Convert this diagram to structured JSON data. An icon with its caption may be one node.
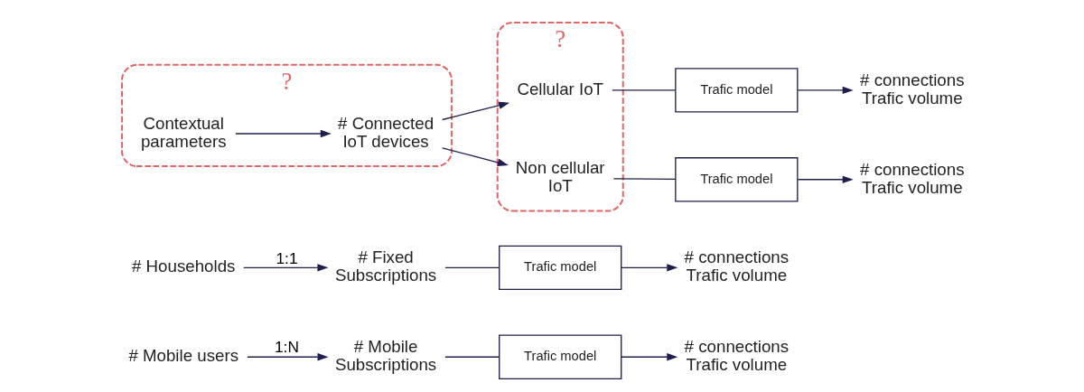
{
  "diagram": {
    "nodes": [
      {
        "text": [
          "# Mobile users"
        ]
      },
      {
        "text": [
          "# Mobile Subscriptions"
        ]
      },
      {
        "text": [
          "Trafic model"
        ]
      },
      {
        "text": [
          "# connections Trafic volume"
        ]
      },
      {
        "text": [
          "# Households"
        ]
      },
      {
        "text": [
          "# Fixed Subscriptions"
        ]
      },
      {
        "text": [
          "Trafic model"
        ]
      },
      {
        "text": [
          "# connections Trafic volume"
        ]
      },
      {
        "text": [
          "?"
        ]
      },
      {
        "text": [
          "Contextual parameters"
        ],
        "in": 8
      },
      {
        "text": [
          "# Connected IoT devices"
        ],
        "in": 8
      },
      {
        "text": [
          "?"
        ]
      },
      {
        "text": [
          "Cellular IoT"
        ],
        "in": 11
      },
      {
        "text": [
          "Non cellular IoT"
        ],
        "in": 11
      },
      {
        "text": [
          "Trafic model"
        ]
      },
      {
        "text": [
          "# connections Trafic volume"
        ]
      },
      {
        "text": [
          "Trafic model"
        ]
      },
      {
        "text": [
          "# connections Trafic volume"
        ]
      }
    ],
    "edges": [
      {
        "from": 0,
        "to": 1,
        "arrow": "to",
        "label": "1:N"
      },
      {
        "from": 1,
        "to": 2,
        "arrow": "none"
      },
      {
        "from": 2,
        "to": 3,
        "arrow": "to"
      },
      {
        "from": 4,
        "to": 5,
        "arrow": "to",
        "label": "1:1"
      },
      {
        "from": 5,
        "to": 6,
        "arrow": "none"
      },
      {
        "from": 6,
        "to": 7,
        "arrow": "to"
      },
      {
        "from": 9,
        "to": 10,
        "arrow": "to"
      },
      {
        "from": 10,
        "to": 12,
        "arrow": "to"
      },
      {
        "from": 10,
        "to": 13,
        "arrow": "to"
      },
      {
        "from": 12,
        "to": 14,
        "arrow": "none"
      },
      {
        "from": 14,
        "to": 15,
        "arrow": "to"
      },
      {
        "from": 13,
        "to": 16,
        "arrow": "none"
      },
      {
        "from": 16,
        "to": 17,
        "arrow": "to"
      }
    ]
  }
}
